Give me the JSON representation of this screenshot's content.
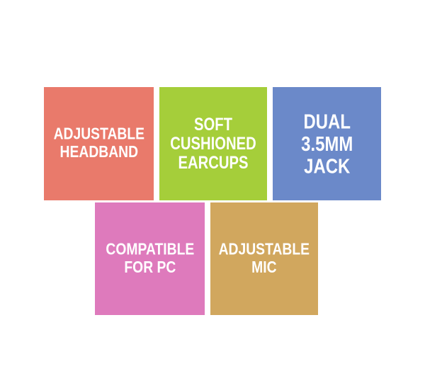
{
  "page": {
    "background_color": "#ffffff",
    "description": "Headset product feature tiles"
  },
  "tiles": [
    {
      "name": "adjustable-headband",
      "color": "#e97a6b",
      "lines": {
        "0": "ADJUSTABLE",
        "1": "HEADBAND"
      }
    },
    {
      "name": "soft-cushioned-earcups",
      "color": "#a5ce3a",
      "lines": {
        "0": "SOFT",
        "1": "CUSHIONED",
        "2": "EARCUPS"
      }
    },
    {
      "name": "dual-3-5mm-jack",
      "color": "#6b89c9",
      "lines": {
        "0": "DUAL",
        "1": "3.5MM",
        "2": "JACK"
      }
    },
    {
      "name": "compatible-for-pc",
      "color": "#de7abc",
      "lines": {
        "0": "COMPATIBLE",
        "1": "FOR PC"
      }
    },
    {
      "name": "adjustable-mic",
      "color": "#d1a75e",
      "lines": {
        "0": "ADJUSTABLE",
        "1": "MIC"
      }
    }
  ]
}
